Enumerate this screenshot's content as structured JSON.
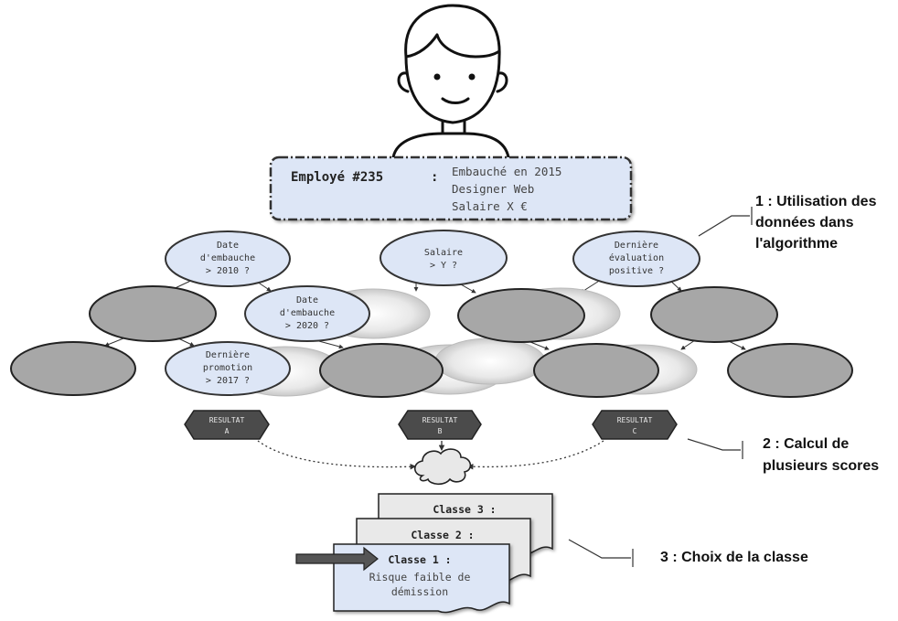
{
  "employee": {
    "title": "Employé #235",
    "colon": ":",
    "details": [
      "Embauché en 2015",
      "Designer Web",
      "Salaire X €"
    ]
  },
  "nodes": {
    "date_2010": [
      "Date",
      "d'embauche",
      "> 2010 ?"
    ],
    "salaire": [
      "Salaire",
      "> Y ?"
    ],
    "derniere_eval": [
      "Dernière",
      "évaluation",
      "positive ?"
    ],
    "date_2020": [
      "Date",
      "d'embauche",
      "> 2020 ?"
    ],
    "promotion": [
      "Dernière",
      "promotion",
      "> 2017 ?"
    ]
  },
  "results": {
    "a": [
      "RESULTAT",
      "A"
    ],
    "b": [
      "RESULTAT",
      "B"
    ],
    "c": [
      "RESULTAT",
      "C"
    ]
  },
  "classes": {
    "c3": "Classe 3 :",
    "c2": "Classe 2 :",
    "c1": "Classe 1 :",
    "c1_desc": [
      "Risque faible de",
      "démission"
    ]
  },
  "annotations": {
    "step1": [
      "1 : Utilisation des",
      "données dans",
      "l'algorithme"
    ],
    "step2": [
      "2 : Calcul de",
      "plusieurs scores"
    ],
    "step3": [
      "3 : Choix de la classe"
    ]
  },
  "colors": {
    "light_blue": "#dde6f6",
    "gray_ellipse": "#a7a7a7",
    "dark_hexagon": "#4b4b4b",
    "paper": "#e9e9e9"
  }
}
